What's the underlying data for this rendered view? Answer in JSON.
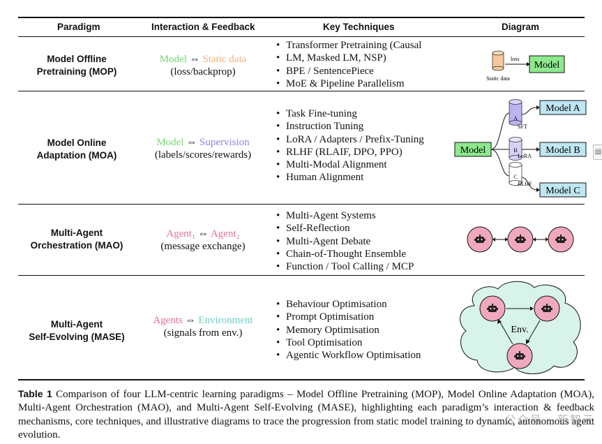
{
  "headers": {
    "paradigm": "Paradigm",
    "interaction": "Interaction & Feedback",
    "techniques": "Key Techniques",
    "diagram": "Diagram"
  },
  "rows": [
    {
      "paradigm_l1": "Model Offline",
      "paradigm_l2": "Pretraining (MOP)",
      "inter_left": "Model",
      "inter_right": "Static data",
      "inter_sub": "(loss/backprop)",
      "techniques": [
        "Transformer Pretraining (Causal",
        "LM, Masked LM, NSP)",
        "BPE / SentencePiece",
        "MoE & Pipeline Parallelism"
      ],
      "diagram": {
        "model": "Model",
        "edge": "loss",
        "data": "Static data"
      }
    },
    {
      "paradigm_l1": "Model Online",
      "paradigm_l2": "Adaptation (MOA)",
      "inter_left": "Model",
      "inter_right": "Supervision",
      "inter_sub": "(labels/scores/rewards)",
      "techniques": [
        "Task Fine-tuning",
        "Instruction Tuning",
        "LoRA / Adapters / Prefix-Tuning",
        "RLHF (RLAIF, DPO, PPO)",
        "Multi-Modal Alignment",
        "Human Alignment"
      ],
      "diagram": {
        "model": "Model",
        "a": "A",
        "b": "B",
        "c": "C",
        "sft": "SFT",
        "lora": "LoRA",
        "rlhf": "RLHF",
        "model_a": "Model A",
        "model_b": "Model B",
        "model_c": "Model C"
      }
    },
    {
      "paradigm_l1": "Multi-Agent",
      "paradigm_l2": "Orchestration (MAO)",
      "inter_left": "Agent₁",
      "inter_right": "Agent₂",
      "inter_sub": "(message exchange)",
      "techniques": [
        "Multi-Agent Systems",
        "Self-Reflection",
        "Multi-Agent Debate",
        "Chain-of-Thought Ensemble",
        "Function / Tool Calling / MCP"
      ],
      "diagram": {
        "icon": "robot-icon"
      }
    },
    {
      "paradigm_l1": "Multi-Agent",
      "paradigm_l2": "Self-Evolving (MASE)",
      "inter_left": "Agents",
      "inter_right": "Environment",
      "inter_sub": "(signals from env.)",
      "techniques": [
        "Behaviour Optimisation",
        "Prompt Optimisation",
        "Memory Optimisation",
        "Tool Optimisation",
        "Agentic Workflow Optimisation"
      ],
      "diagram": {
        "env": "Env.",
        "icon": "robot-icon"
      }
    }
  ],
  "arrow_symbol": "⇔",
  "caption": {
    "label": "Table 1",
    "text": "Comparison of four LLM-centric learning paradigms – Model Offline Pretraining (MOP), Model Online Adaptation (MOA), Multi-Agent Orchestration (MAO), and Multi-Agent Self-Evolving (MASE), highlighting each paradigm’s interaction & feedback mechanisms, core techniques, and illustrative diagrams to trace the progression from static model training to dynamic, autonomous agent evolution."
  },
  "watermark": "公众号 · 新智元",
  "colors": {
    "model": "#74d874",
    "static_data": "#f2b17f",
    "supervision": "#8a83e6",
    "agent": "#e0709a",
    "environment": "#6fcfc3",
    "model_box": "#8ee88e",
    "variant_box": "#bfe6f2",
    "agent_fill": "#f0a8bd",
    "cloud_fill": "#d7f3ea",
    "cylinder_orange": "#f5c79a",
    "cylinder_purple": "#b9b3f0"
  }
}
